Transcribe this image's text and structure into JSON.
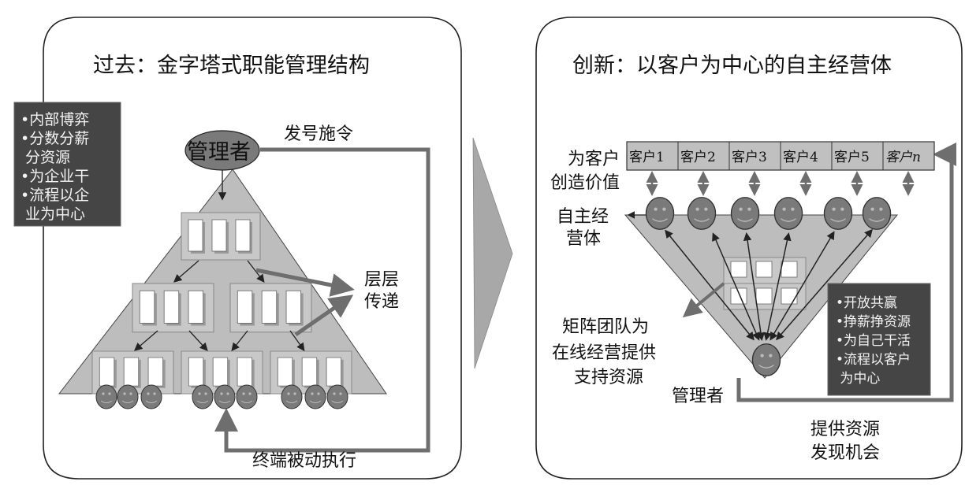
{
  "colors": {
    "panel_border": "#222222",
    "pyramid_fill": "#bdbdbd",
    "box_fill": "#c8c8c8",
    "face_fill": "#7a7a7a",
    "dark_box": "#454545",
    "flow_arrow": "#6e6e6e",
    "transition_arrow": "#a8a8a8"
  },
  "left_panel": {
    "title": "过去：金字塔式职能管理结构",
    "manager_label": "管理者",
    "command_label": "发号施令",
    "layers_label": [
      "层层",
      "传递"
    ],
    "terminal_label": "终端被动执行",
    "traits": [
      "•内部博弈",
      "•分数分薪",
      " 分资源",
      "•为企业干",
      "•流程以企",
      " 业为中心"
    ]
  },
  "right_panel": {
    "title": "创新：以客户为中心的自主经营体",
    "customers": [
      "客户1",
      "客户2",
      "客户3",
      "客户4",
      "客户5",
      "客户n"
    ],
    "value_label": [
      "为客户",
      "创造价值"
    ],
    "units_label": [
      "自主经",
      "营体"
    ],
    "matrix_label": [
      "矩阵团队为",
      "在线经营提供",
      "支持资源"
    ],
    "manager_label": "管理者",
    "resources_label": [
      "提供资源",
      "发现机会"
    ],
    "traits": [
      "•开放共赢",
      "•挣薪挣资源",
      "•为自己干活",
      "•流程以客户",
      " 为中心"
    ]
  }
}
